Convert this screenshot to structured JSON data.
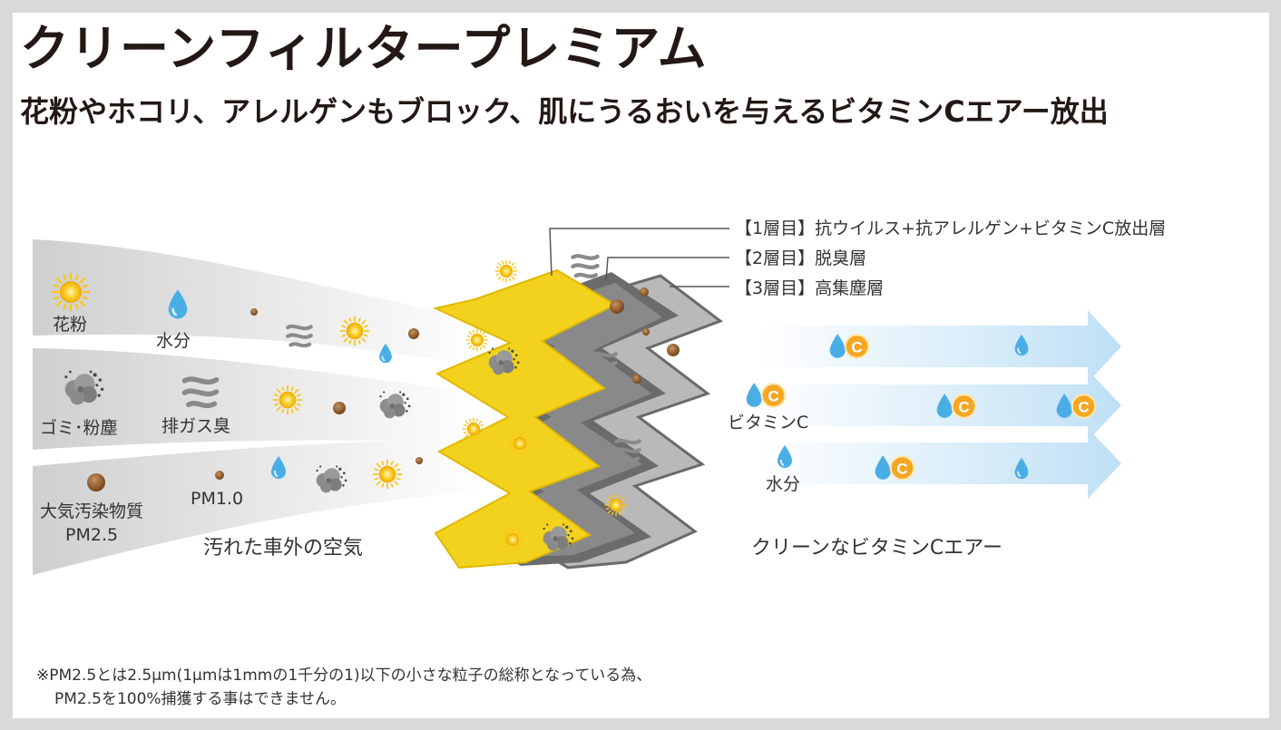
{
  "header": {
    "title": "クリーンフィルタープレミアム",
    "subtitle": "花粉やホコリ、アレルゲンもブロック、肌にうるおいを与えるビタミンCエアー放出"
  },
  "layers": [
    "【1層目】抗ウイルス+抗アレルゲン+ビタミンC放出層",
    "【2層目】脱臭層",
    "【3層目】高集塵層"
  ],
  "inflow": {
    "labels": {
      "pollen": "花粉",
      "water": "水分",
      "dust": "ゴミ･粉塵",
      "exhaust": "排ガス臭",
      "pollutant_line1": "大気汚染物質",
      "pollutant_line2": "PM2.5",
      "pm10": "PM1.0"
    },
    "caption": "汚れた車外の空気"
  },
  "outflow": {
    "labels": {
      "vitamin_c": "ビタミンC",
      "water": "水分"
    },
    "caption": "クリーンなビタミンCエアー",
    "badge_letter": "C"
  },
  "note": {
    "line1": "※PM2.5とは2.5μm(1μmは1mmの1千分の1)以下の小さな粒子の総称となっている為、",
    "line2": "PM2.5を100%捕獲する事はできません。"
  },
  "colors": {
    "filter_yellow": "#f2d21c",
    "filter_dark": "#5a5a5a",
    "filter_gray": "#a9a9a9",
    "airflow_blue": "#bfe0f5",
    "vitamin_orange": "#f5a623",
    "droplet_blue": "#3ba3e0",
    "pollen_yellow": "#f7c81e",
    "particle_brown": "#8b5a2b"
  }
}
